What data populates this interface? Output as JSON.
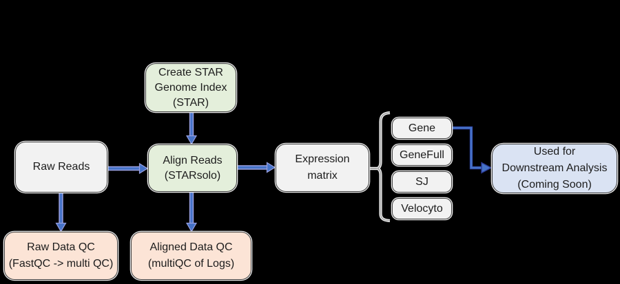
{
  "diagram": {
    "background": "#000000",
    "nodes": {
      "create_star": {
        "lines": [
          "Create STAR",
          "Genome Index",
          "(STAR)"
        ],
        "fill": "#e4efdb"
      },
      "raw_reads": {
        "lines": [
          "Raw Reads"
        ],
        "fill": "#f2f2f2"
      },
      "align_reads": {
        "lines": [
          "Align Reads",
          "(STARsolo)"
        ],
        "fill": "#e4efdb"
      },
      "expression_matrix": {
        "lines": [
          "Expression",
          "matrix"
        ],
        "fill": "#f2f2f2"
      },
      "outputs": [
        {
          "label": "Gene"
        },
        {
          "label": "GeneFull"
        },
        {
          "label": "SJ"
        },
        {
          "label": "Velocyto"
        }
      ],
      "downstream": {
        "lines": [
          "Used for",
          "Downstream Analysis",
          "(Coming Soon)"
        ],
        "fill": "#dae3f3"
      },
      "raw_qc": {
        "lines": [
          "Raw Data QC",
          "(FastQC -> multi QC)"
        ],
        "fill": "#fce4d6"
      },
      "aligned_qc": {
        "lines": [
          "Aligned Data QC",
          "(multiQC of Logs)"
        ],
        "fill": "#fce4d6"
      }
    },
    "edges": [
      "create_star -> align_reads",
      "raw_reads -> align_reads",
      "raw_reads -> raw_qc",
      "align_reads -> aligned_qc",
      "align_reads -> expression_matrix",
      "expression_matrix -> outputs (brace)",
      "gene -> downstream"
    ],
    "colors": {
      "arrow_blue": "#4673c8",
      "arrow_halo": "#99a0e0",
      "elbow_navy": "#2c3b96",
      "brace_gray": "#a9a9a9",
      "node_border": "#3c3c3c",
      "node_halo": "#ececec",
      "text": "#1c1c1c"
    }
  }
}
